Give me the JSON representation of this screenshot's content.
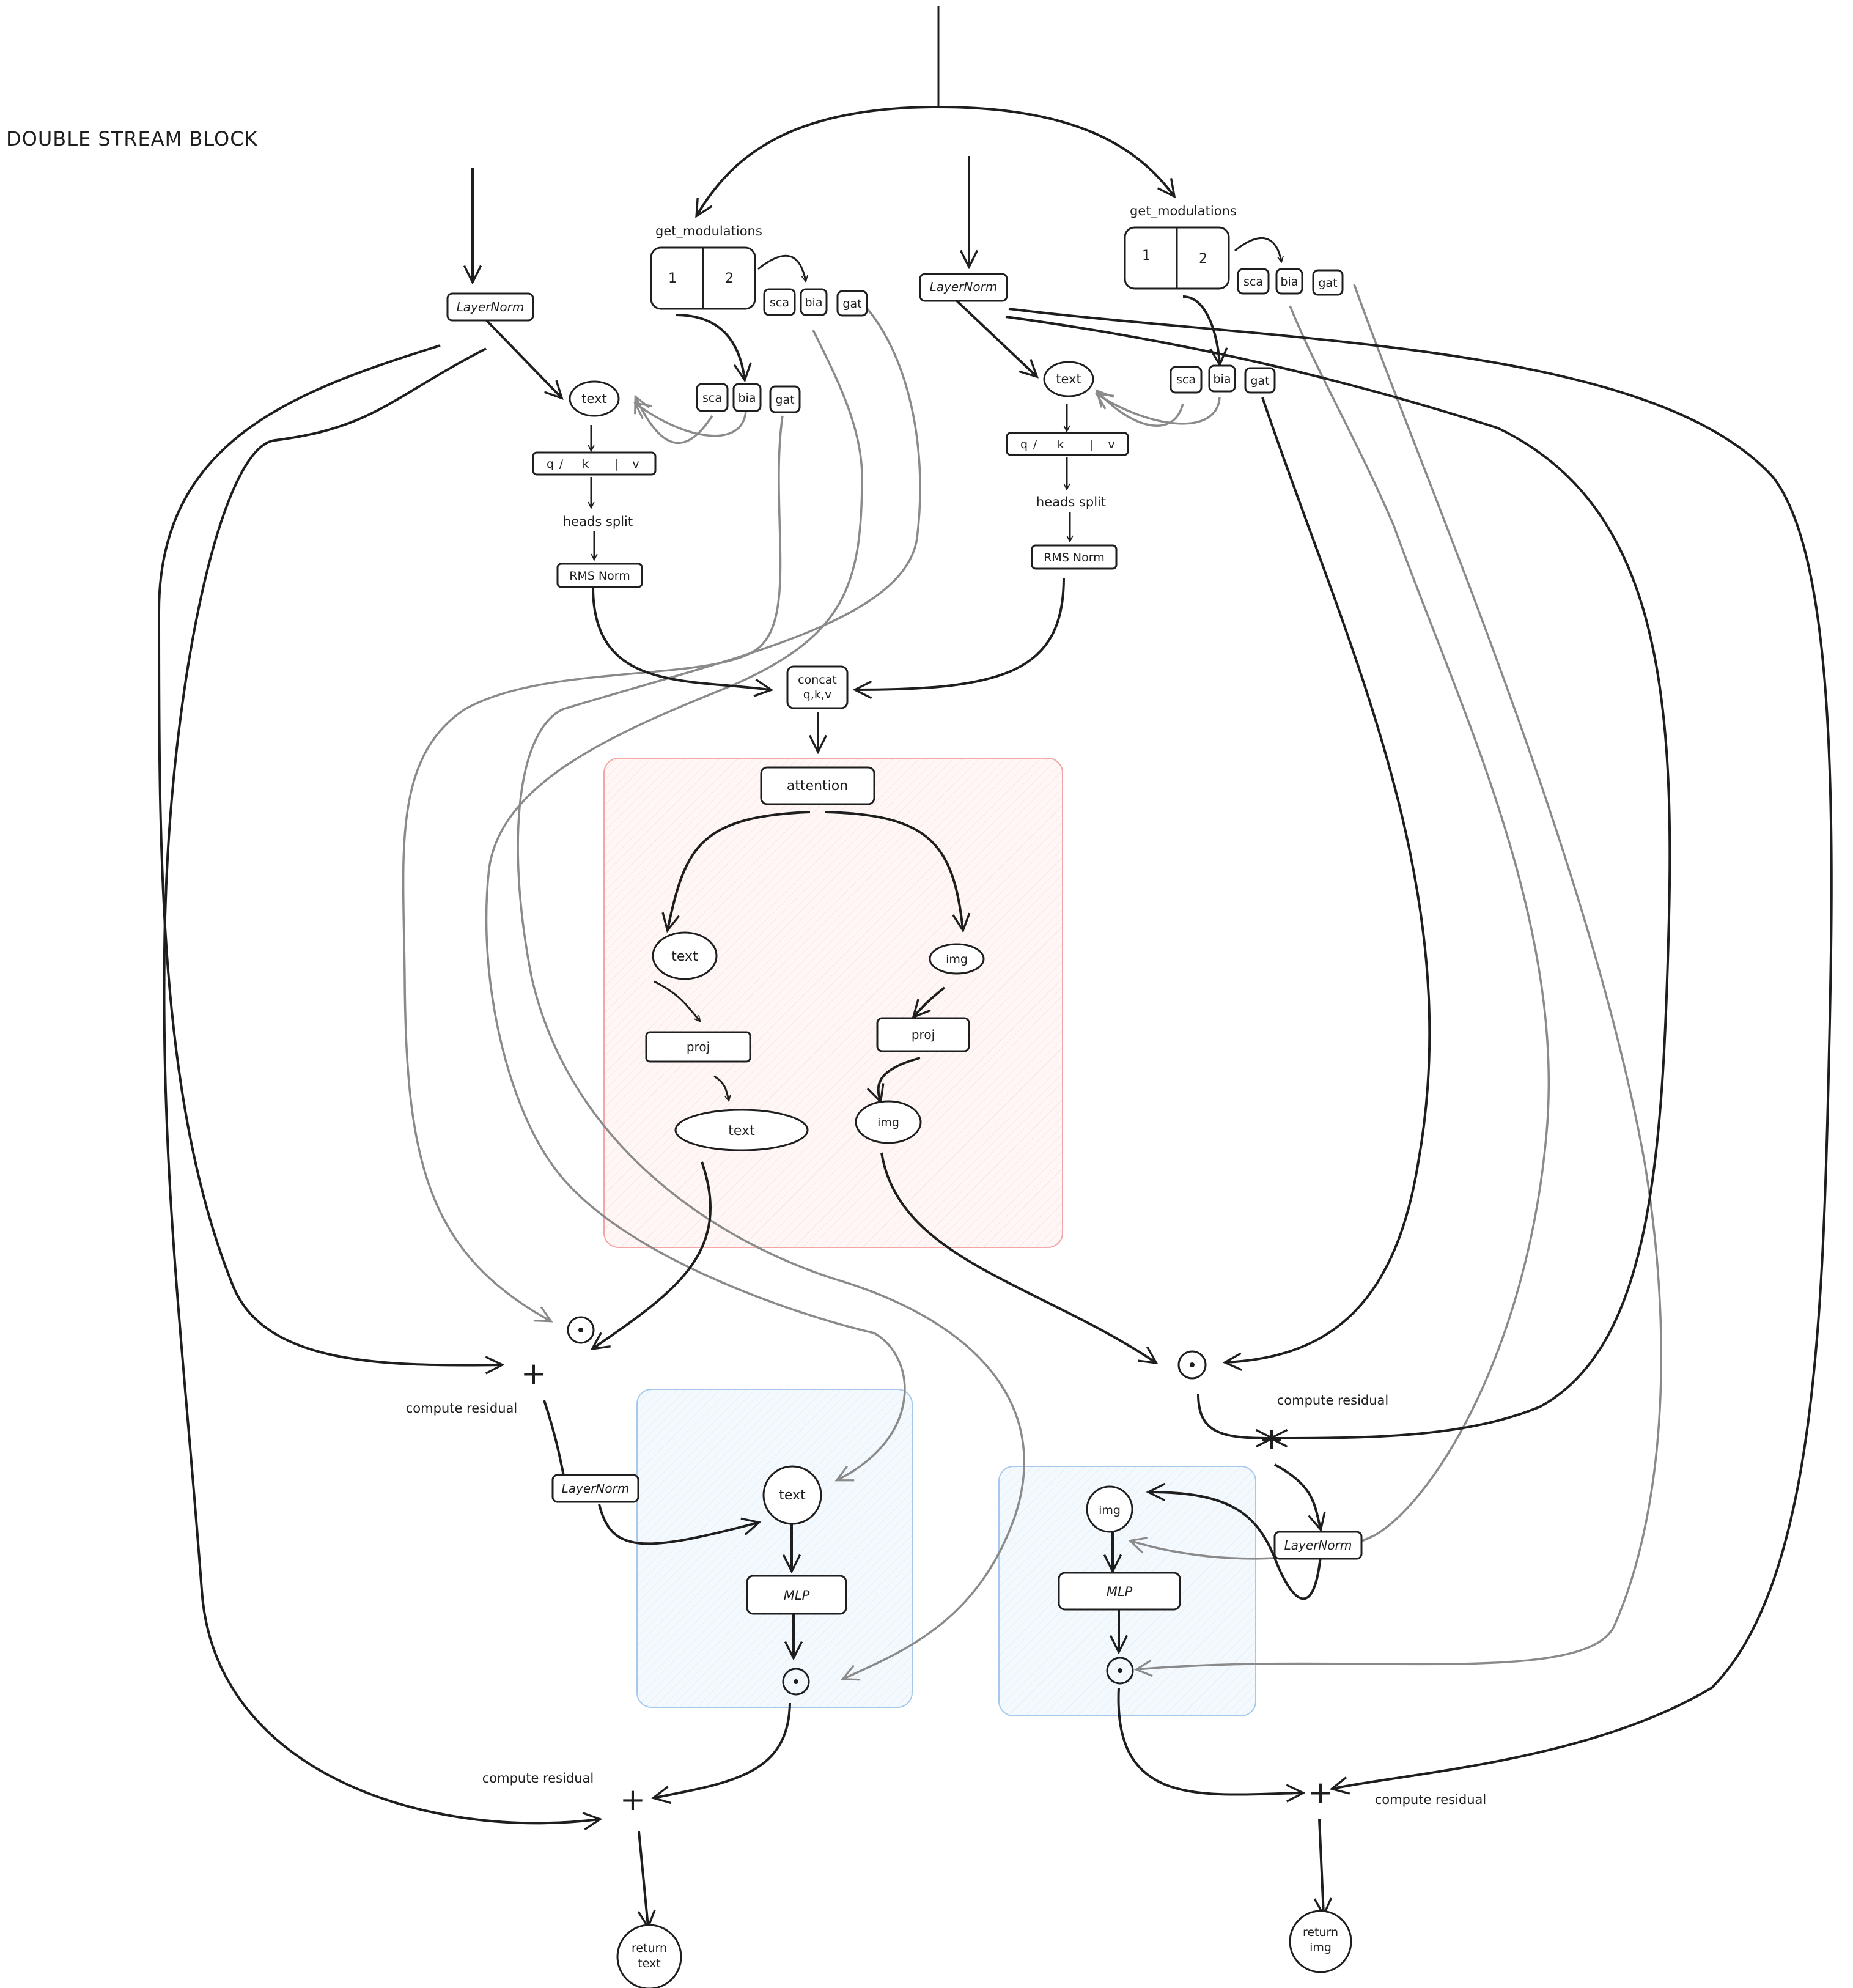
{
  "title": "DOUBLE STREAM BLOCK",
  "get_modulations": "get_modulations",
  "mod_cells": [
    "1",
    "2"
  ],
  "mod_params": {
    "scale": "sca",
    "bias": "bia",
    "gate": "gat"
  },
  "layernorm": "LayerNorm",
  "text": "text",
  "img": "img",
  "qkv": {
    "q": "q",
    "k": "k",
    "v": "v"
  },
  "heads_split": "heads split",
  "rms_norm": "RMS Norm",
  "concat": [
    "concat",
    "q,k,v"
  ],
  "attention": "attention",
  "proj": "proj",
  "mlp": "MLP",
  "compute_residual": "compute residual",
  "add_symbol": "+",
  "return_text": [
    "return",
    "text"
  ],
  "return_img": [
    "return",
    "img"
  ],
  "colors": {
    "stroke": "#1e1e1e",
    "gray_arrow": "#8a8a8a",
    "attention_fill": "#fff5f5",
    "attention_stroke": "#f4a5a5",
    "mlp_fill": "#f3f8fd",
    "mlp_stroke": "#a5c8ec"
  }
}
